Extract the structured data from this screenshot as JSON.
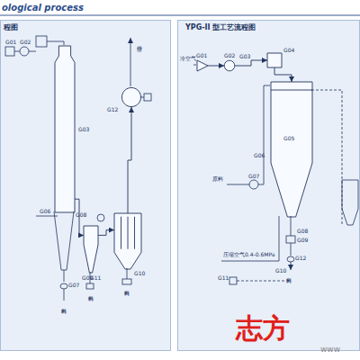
{
  "diagram": {
    "title": "ological process",
    "nodes": [
      {
        "text": [
          "程图"
        ]
      },
      {
        "text": [
          "G03"
        ],
        "in": 0
      },
      {
        "text": [
          "G09"
        ],
        "in": 0
      },
      {
        "text": [
          "G10"
        ],
        "in": 0
      },
      {
        "text": [
          "G12"
        ],
        "in": 0
      },
      {
        "text": [
          "YPG-II 型工艺流程图"
        ]
      },
      {
        "text": [
          "G01"
        ],
        "in": 5
      },
      {
        "text": [
          "G02"
        ],
        "in": 5
      },
      {
        "text": [
          "G04"
        ],
        "in": 5
      },
      {
        "text": [
          "G05"
        ],
        "in": 5
      }
    ],
    "edges": [
      {
        "from": 1,
        "to": 2,
        "arrow": "to"
      },
      {
        "from": 2,
        "to": 3,
        "arrow": "to"
      },
      {
        "from": 3,
        "to": 4,
        "arrow": "to"
      },
      {
        "from": 6,
        "to": 7,
        "arrow": "to"
      },
      {
        "from": 7,
        "to": 8,
        "arrow": "to"
      },
      {
        "from": 8,
        "to": 9,
        "arrow": "to"
      }
    ],
    "labels": [
      "排空",
      "G01",
      "G02",
      "G06",
      "G07",
      "G08",
      "G11",
      "出料",
      "出料",
      "出料",
      "冷空气",
      "G03",
      "原料",
      "G07",
      "G06",
      "压缩空气0.4-0.6MPa",
      "G08",
      "G09",
      "G10",
      "G11",
      "G12",
      "出料",
      "志方",
      "www"
    ]
  }
}
